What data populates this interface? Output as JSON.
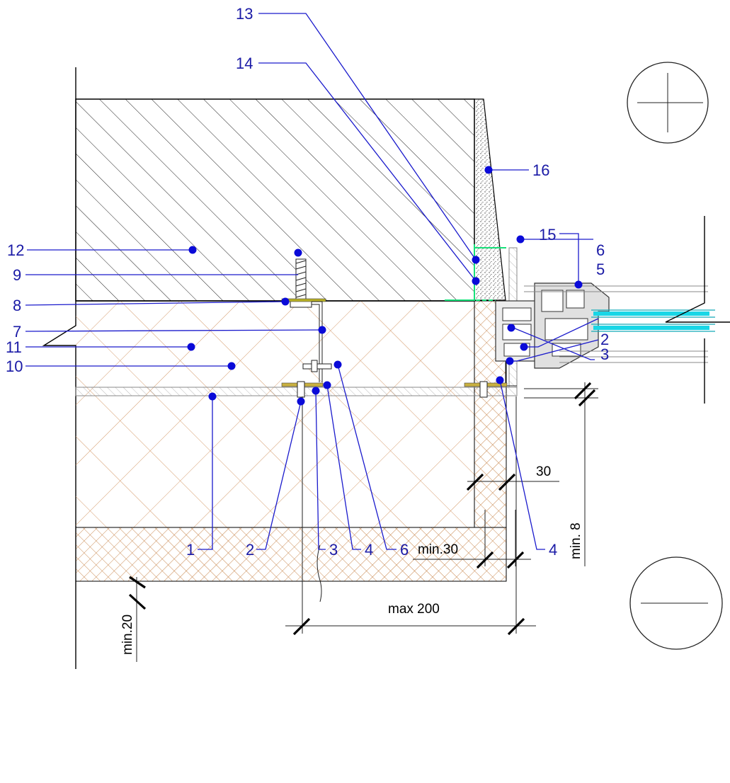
{
  "callouts": {
    "c1": "1",
    "c2a": "2",
    "c2b": "2",
    "c3a": "3",
    "c3b": "3",
    "c4a": "4",
    "c4b": "4",
    "c5": "5",
    "c6a": "6",
    "c6b": "6",
    "c7": "7",
    "c8": "8",
    "c9": "9",
    "c10": "10",
    "c11": "11",
    "c12": "12",
    "c13": "13",
    "c14": "14",
    "c15": "15",
    "c16": "16"
  },
  "dimensions": {
    "d30": "30",
    "min20": "min.20",
    "min30": "min.30",
    "min8": "min. 8",
    "max200": "max 200"
  },
  "colors": {
    "callout": "#1a1aa6",
    "dot": "#0a0ad8",
    "insulation": "#c8874e",
    "membrane": "#18e07a",
    "glass": "#19d6e6"
  }
}
